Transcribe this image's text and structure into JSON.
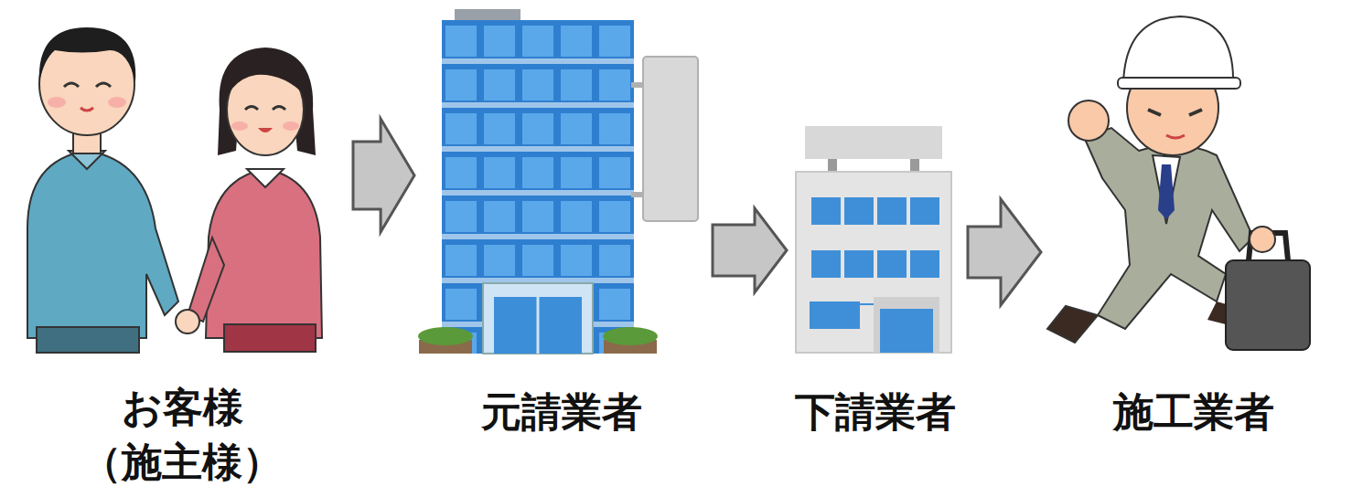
{
  "diagram": {
    "nodes": [
      {
        "text": [
          "お客様",
          "（施主様）"
        ]
      },
      {
        "text": [
          "元請業者"
        ]
      },
      {
        "text": [
          "下請業者"
        ]
      },
      {
        "text": [
          "施工業者"
        ]
      }
    ],
    "edges": [
      {
        "from": 0,
        "to": 1,
        "arrow": "to"
      },
      {
        "from": 1,
        "to": 2,
        "arrow": "to"
      },
      {
        "from": 2,
        "to": 3,
        "arrow": "to"
      }
    ]
  }
}
